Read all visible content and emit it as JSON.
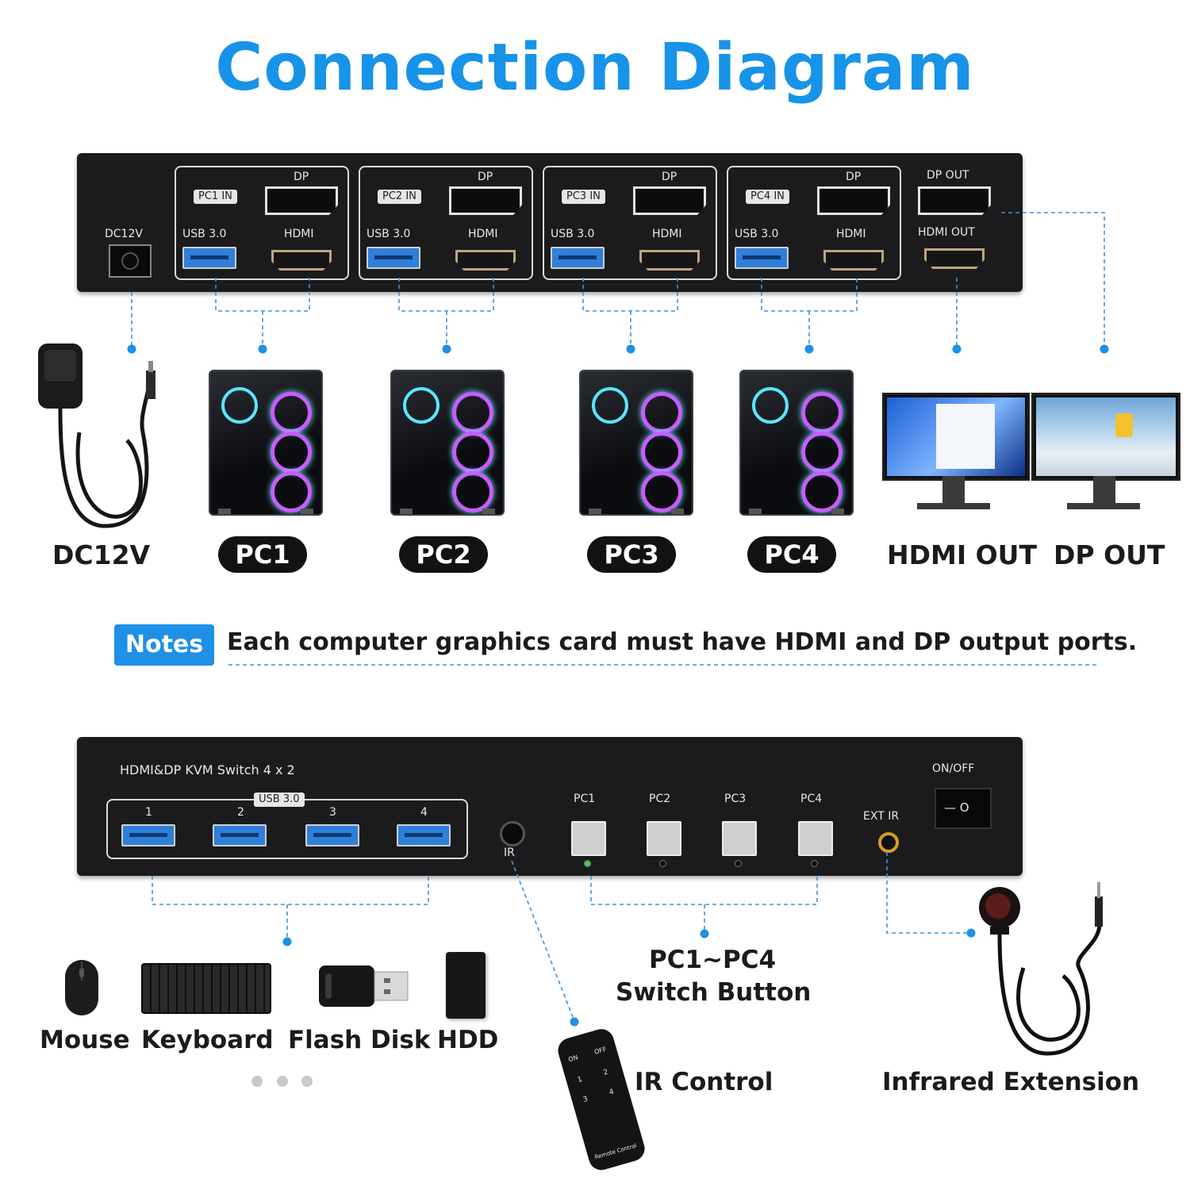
{
  "title": "Connection Diagram",
  "colors": {
    "accent": "#1793e8",
    "panel": "#1b1b1d",
    "text": "#1b1b1b"
  },
  "rear_panel": {
    "dc_label": "DC12V",
    "groups": [
      {
        "in_label": "PC1 IN",
        "dp_label": "DP",
        "usb_label": "USB 3.0",
        "hdmi_label": "HDMI"
      },
      {
        "in_label": "PC2 IN",
        "dp_label": "DP",
        "usb_label": "USB 3.0",
        "hdmi_label": "HDMI"
      },
      {
        "in_label": "PC3 IN",
        "dp_label": "DP",
        "usb_label": "USB 3.0",
        "hdmi_label": "HDMI"
      },
      {
        "in_label": "PC4 IN",
        "dp_label": "DP",
        "usb_label": "USB 3.0",
        "hdmi_label": "HDMI"
      }
    ],
    "dp_out_label": "DP OUT",
    "hdmi_out_label": "HDMI OUT"
  },
  "devices": {
    "dc_label": "DC12V",
    "pcs": [
      "PC1",
      "PC2",
      "PC3",
      "PC4"
    ],
    "hdmi_out": "HDMI OUT",
    "dp_out": "DP OUT"
  },
  "notes": {
    "badge": "Notes",
    "text": "Each computer graphics card must have HDMI and DP output ports."
  },
  "front_panel": {
    "model": "HDMI&DP KVM Switch 4 x 2",
    "usb_label": "USB 3.0",
    "usb_ports": [
      "1",
      "2",
      "3",
      "4"
    ],
    "ir_label": "IR",
    "buttons": [
      "PC1",
      "PC2",
      "PC3",
      "PC4"
    ],
    "ext_ir_label": "EXT IR",
    "power_label": "ON/OFF",
    "power_switch": "— O"
  },
  "peripherals": {
    "items": [
      "Mouse",
      "Keyboard",
      "Flash Disk",
      "HDD"
    ],
    "switch_button_line1": "PC1~PC4",
    "switch_button_line2": "Switch Button",
    "ir_control": "IR Control",
    "infrared_extension": "Infrared Extension",
    "remote_keys": [
      "ON",
      "OFF",
      "1",
      "2",
      "3",
      "4"
    ],
    "remote_label": "Remote Control"
  }
}
